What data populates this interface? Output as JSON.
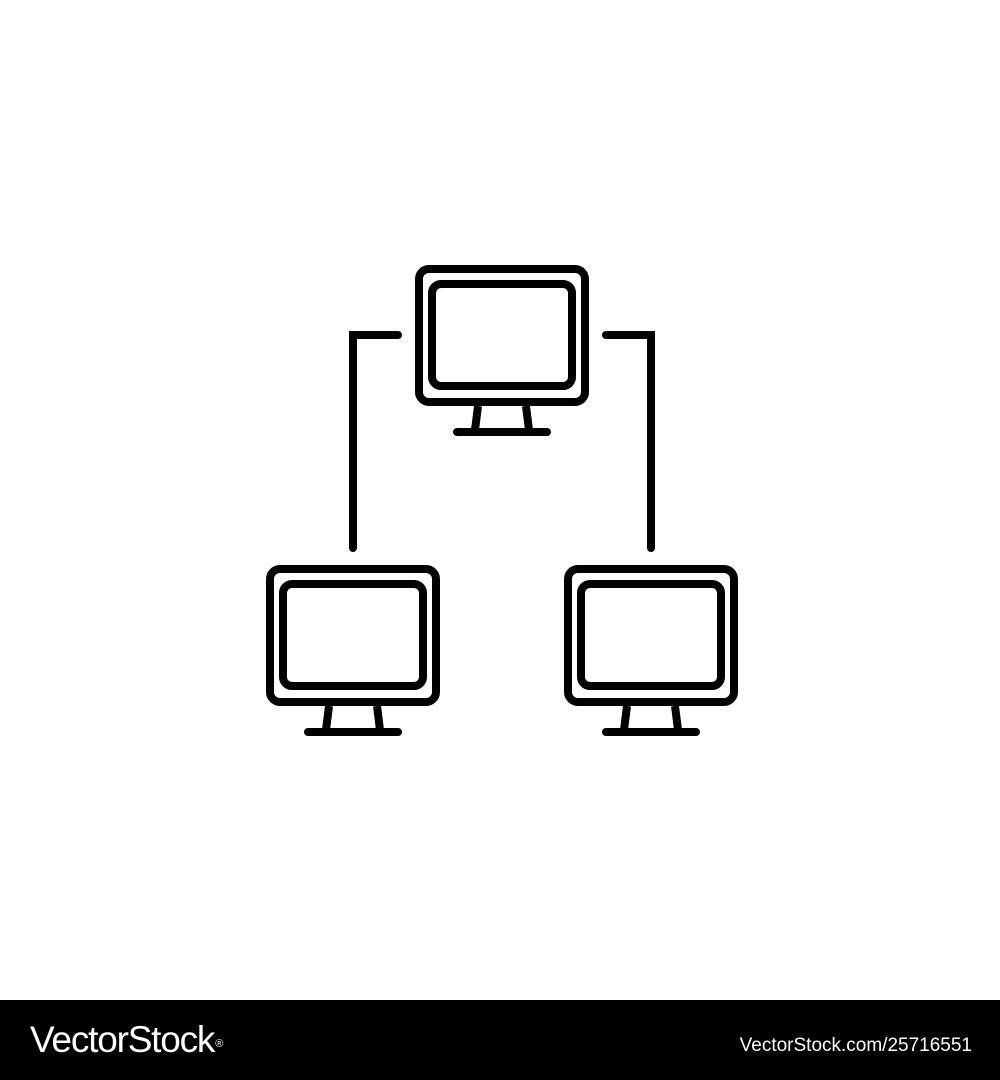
{
  "diagram": {
    "nodes": [
      {
        "id": "top-computer",
        "kind": "monitor-icon"
      },
      {
        "id": "bottom-left-computer",
        "kind": "monitor-icon"
      },
      {
        "id": "bottom-right-computer",
        "kind": "monitor-icon"
      }
    ],
    "edges": [
      {
        "from": "top-computer",
        "to": "bottom-left-computer"
      },
      {
        "from": "top-computer",
        "to": "bottom-right-computer"
      }
    ],
    "stroke_color": "#000000",
    "background_color": "#ffffff"
  },
  "footer": {
    "brand": "VectorStock",
    "brand_mark": "®",
    "image_id": "VectorStock.com/25716551",
    "background_color": "#000000",
    "text_color": "#ffffff"
  }
}
